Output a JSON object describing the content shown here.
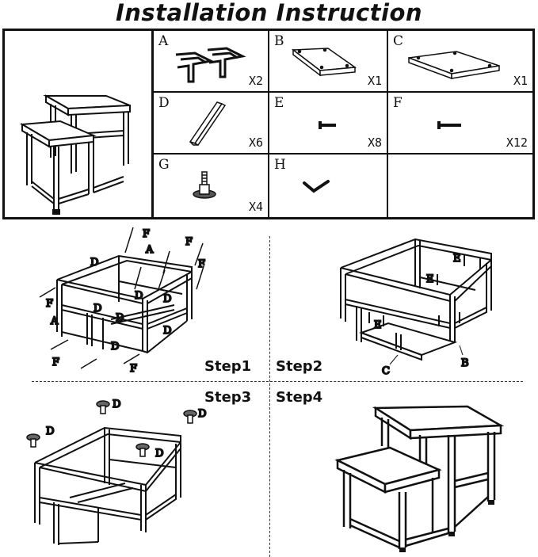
{
  "title": "Installation Instruction",
  "parts": [
    {
      "letter": "A",
      "qty": "X2",
      "icon": "side-frame-icon"
    },
    {
      "letter": "B",
      "qty": "X1",
      "icon": "small-board-icon"
    },
    {
      "letter": "C",
      "qty": "X1",
      "icon": "large-board-icon"
    },
    {
      "letter": "D",
      "qty": "X6",
      "icon": "square-tube-icon"
    },
    {
      "letter": "E",
      "qty": "X8",
      "icon": "short-screw-icon"
    },
    {
      "letter": "F",
      "qty": "X12",
      "icon": "long-screw-icon"
    },
    {
      "letter": "G",
      "qty": "X4",
      "icon": "foot-pad-icon"
    },
    {
      "letter": "H",
      "qty": "",
      "icon": "hex-key-icon"
    }
  ],
  "steps": [
    {
      "label": "Step1"
    },
    {
      "label": "Step2"
    },
    {
      "label": "Step3"
    },
    {
      "label": "Step4"
    }
  ],
  "callouts": {
    "a": "A",
    "b": "B",
    "c": "C",
    "d": "D",
    "e": "E",
    "f": "F"
  }
}
